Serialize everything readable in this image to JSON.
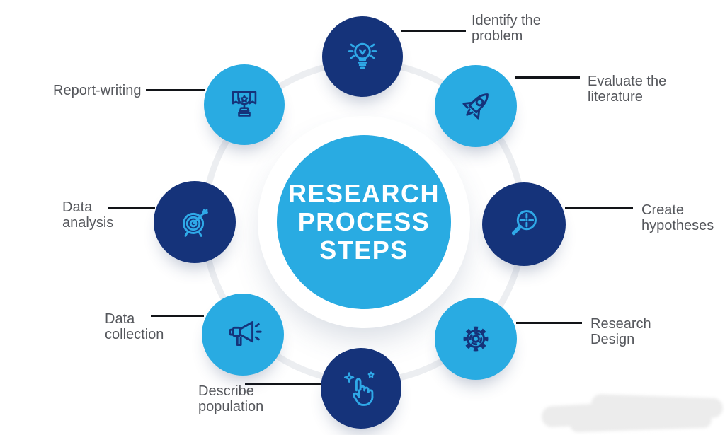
{
  "title": {
    "lines": [
      "RESEARCH",
      "PROCESS",
      "STEPS"
    ]
  },
  "colors": {
    "light_blue": "#29abe2",
    "dark_navy": "#15337a",
    "icon_blue": "#2fa9e8",
    "label_gray": "#55575c",
    "connector_black": "#121418",
    "orbit_ring_gray": "#eceef1",
    "center_text": "#ffffff",
    "smudge_gray": "#ececec"
  },
  "steps": [
    {
      "name": "identify-problem",
      "label_lines": [
        "Identify the",
        "problem"
      ],
      "icon": "lightbulb-icon",
      "circle_color": "navy"
    },
    {
      "name": "evaluate-literature",
      "label_lines": [
        "Evaluate the",
        "literature"
      ],
      "icon": "rocket-icon",
      "circle_color": "blue"
    },
    {
      "name": "create-hypotheses",
      "label_lines": [
        "Create",
        "hypotheses"
      ],
      "icon": "magnifier-target-icon",
      "circle_color": "navy"
    },
    {
      "name": "research-design",
      "label_lines": [
        "Research",
        "Design"
      ],
      "icon": "gear-icon",
      "circle_color": "blue"
    },
    {
      "name": "describe-population",
      "label_lines": [
        "Describe",
        "population"
      ],
      "icon": "tap-hand-icon",
      "circle_color": "navy"
    },
    {
      "name": "data-collection",
      "label_lines": [
        "Data",
        "collection"
      ],
      "icon": "megaphone-icon",
      "circle_color": "blue"
    },
    {
      "name": "data-analysis",
      "label_lines": [
        "Data",
        "analysis"
      ],
      "icon": "dartboard-icon",
      "circle_color": "navy"
    },
    {
      "name": "report-writing",
      "label_lines": [
        "Report-writing"
      ],
      "icon": "trophy-icon",
      "circle_color": "blue"
    }
  ]
}
